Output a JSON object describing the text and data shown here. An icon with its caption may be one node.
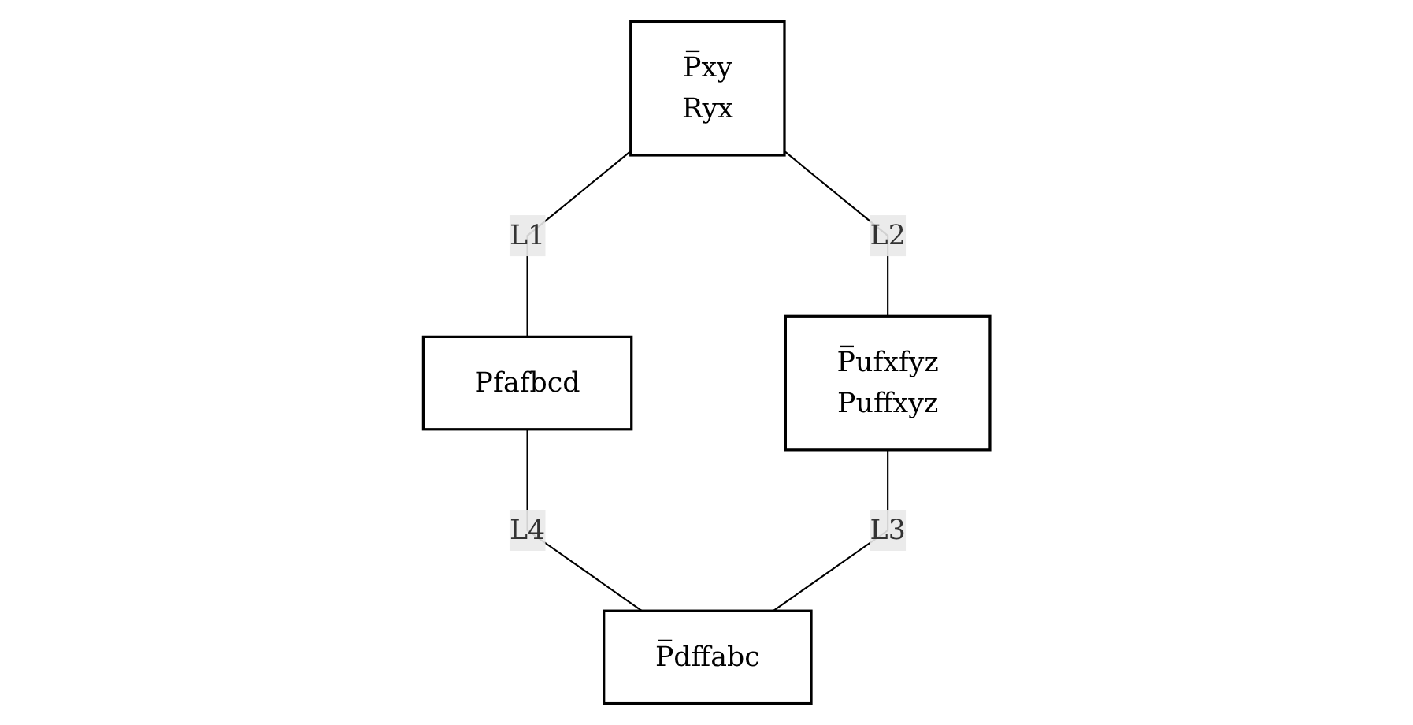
{
  "diagram": {
    "nodes": [
      {
        "text": [
          "P̅xy",
          "Ryx"
        ]
      },
      {
        "text": [
          "Pfafbcd"
        ]
      },
      {
        "text": [
          "P̅ufxfyz",
          "Puffxyz"
        ]
      },
      {
        "text": [
          "P̅dffabc"
        ]
      }
    ],
    "edges": [
      {
        "from": 0,
        "to": 1,
        "arrow": "none",
        "label": "L1"
      },
      {
        "from": 0,
        "to": 2,
        "arrow": "none",
        "label": "L2"
      },
      {
        "from": 1,
        "to": 3,
        "arrow": "none",
        "label": "L4"
      },
      {
        "from": 2,
        "to": 3,
        "arrow": "none",
        "label": "L3"
      }
    ]
  }
}
